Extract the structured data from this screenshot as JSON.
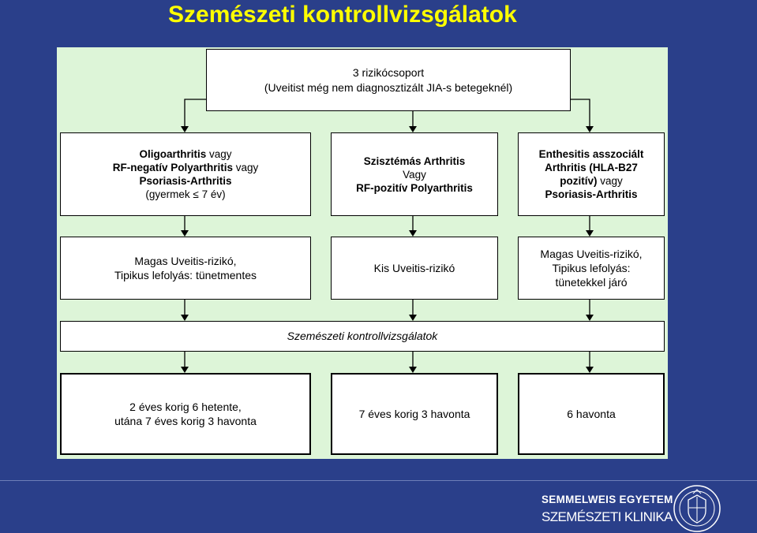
{
  "title": "Szemészeti kontrollvizsgálatok",
  "top_box": {
    "line1": "3 rizikócsoport",
    "line2": "(Uveitist még nem diagnosztizált JIA-s betegeknél)"
  },
  "groups": [
    {
      "l1_bold": "Oligoarthritis",
      "l1_rest": " vagy",
      "l2_bold": "RF-negatív Polyarthritis",
      "l2_rest": " vagy",
      "l3_bold": "Psoriasis-Arthritis",
      "l4": "(gyermek ≤  7 év)"
    },
    {
      "l1_bold": "Szisztémás Arthritis",
      "l2": "Vagy",
      "l3_bold": "RF-pozitív Polyarthritis"
    },
    {
      "l1_bold": "Enthesitis asszociált",
      "l2_bold": "Arthritis (HLA-B27",
      "l3_bold": "pozitív)",
      "l3_rest": " vagy",
      "l4_bold": "Psoriasis-Arthritis"
    }
  ],
  "risks": [
    {
      "line1": "Magas Uveitis-rizikó,",
      "line2": "Tipikus lefolyás: tünetmentes"
    },
    {
      "line1": "Kis Uveitis-rizikó"
    },
    {
      "line1": "Magas Uveitis-rizikó,",
      "line2": "Tipikus lefolyás:",
      "line3": "tünetekkel járó"
    }
  ],
  "exam_box": "Szemészeti kontrollvizsgálatok",
  "schedules": [
    {
      "line1": "2 éves korig 6 hetente,",
      "line2": "utána 7 éves korig 3 havonta"
    },
    {
      "line1": "7 éves korig 3 havonta"
    },
    {
      "line1": "6 havonta"
    }
  ],
  "footer": {
    "university": "SEMMELWEIS EGYETEM",
    "clinic": "SZEMÉSZETI KLINIKA"
  },
  "colors": {
    "background": "#2a3f8a",
    "title": "#ffff00",
    "panel": "#ddf5d8",
    "box": "#ffffff"
  }
}
